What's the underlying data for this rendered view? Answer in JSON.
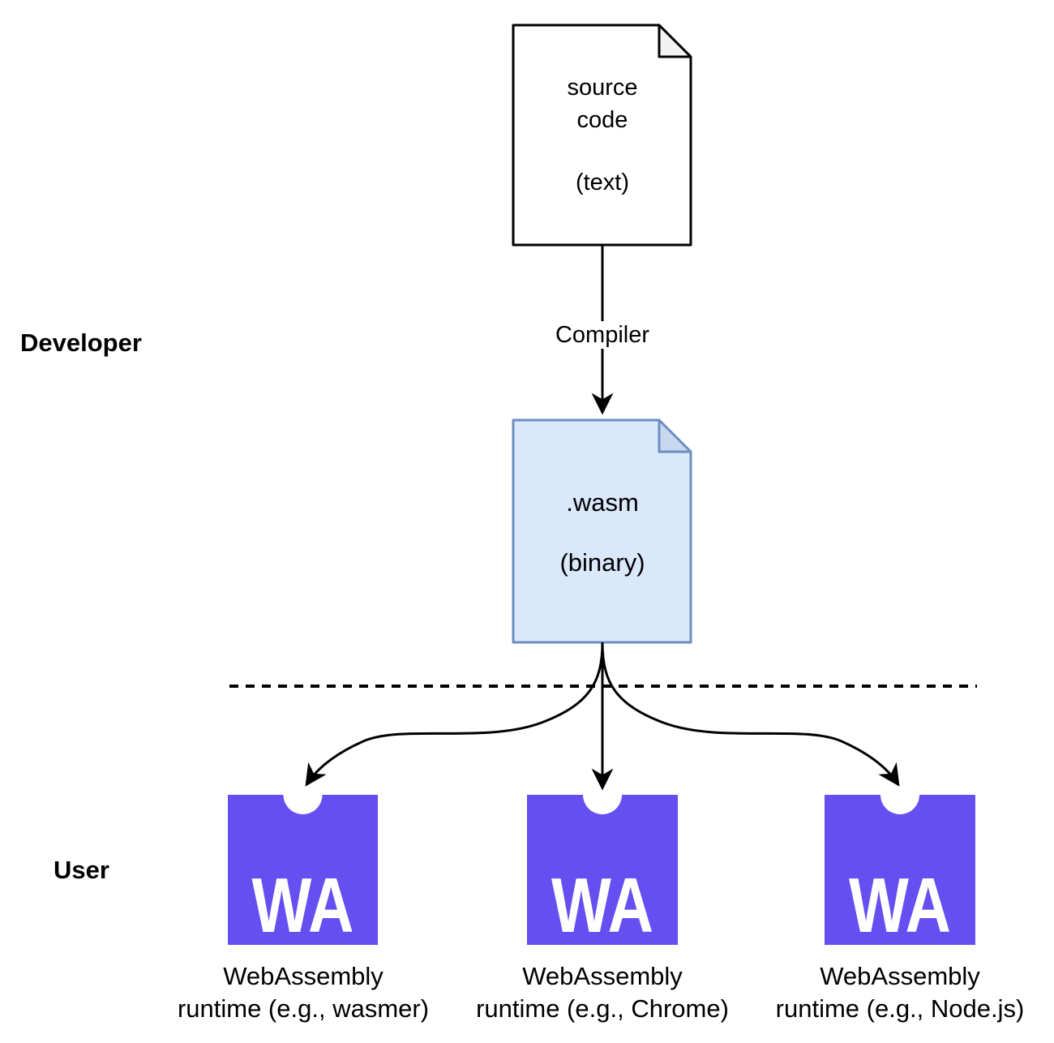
{
  "diagram": {
    "roles": {
      "developer": "Developer",
      "user": "User"
    },
    "source_document": {
      "title": "source code",
      "subtitle": "(text)"
    },
    "compiler_arrow_label": "Compiler",
    "wasm_document": {
      "title": ".wasm",
      "subtitle": "(binary)"
    },
    "wa_logo_text": "WA",
    "runtimes": [
      {
        "name": "WebAssembly",
        "detail": "runtime (e.g., wasmer)"
      },
      {
        "name": "WebAssembly",
        "detail": "runtime (e.g., Chrome)"
      },
      {
        "name": "WebAssembly",
        "detail": "runtime (e.g., Node.js)"
      }
    ],
    "colors": {
      "wa_purple": "#654ff0",
      "wasm_doc_fill": "#dae8fc",
      "wasm_doc_stroke": "#6c8ebf",
      "wasm_doc_fold_fill": "#c8d8f0",
      "source_doc_fill": "#ffffff",
      "source_doc_stroke": "#000000",
      "source_doc_fold_fill": "#f2f2f2",
      "line_color": "#000000"
    }
  }
}
